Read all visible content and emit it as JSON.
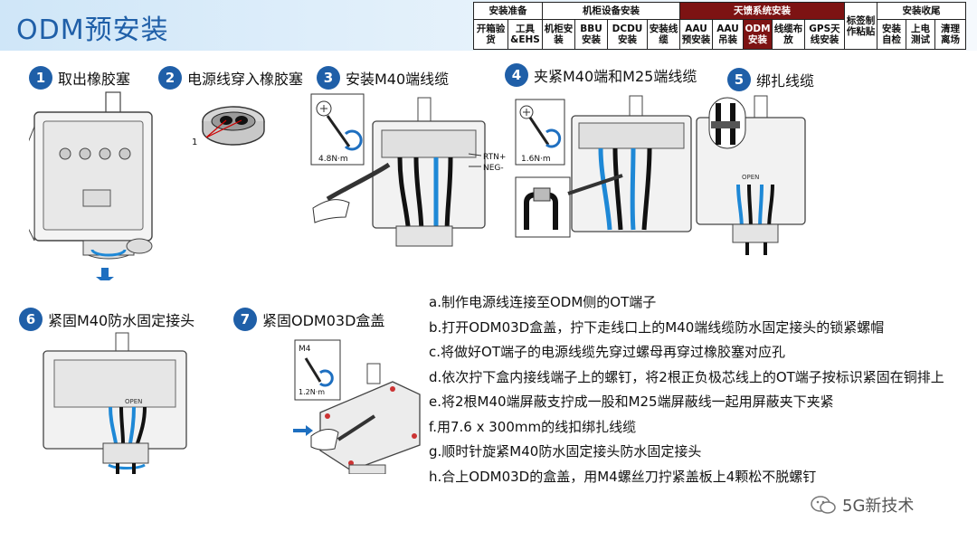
{
  "title": "ODM预安装",
  "nav": {
    "groups": [
      {
        "label": "安装准备",
        "items": [
          "开箱验货",
          "工具&EHS"
        ],
        "highlight": false
      },
      {
        "label": "机柜设备安装",
        "items": [
          "机柜安装",
          "BBU安装",
          "DCDU安装",
          "安装线缆"
        ],
        "highlight": false
      },
      {
        "label": "天馈系统安装",
        "items": [
          "AAU预安装",
          "AAU吊装",
          "ODM安装",
          "线缆布放",
          "GPS天线安装"
        ],
        "highlight": true
      },
      {
        "label": "标签制作粘贴",
        "items": [],
        "highlight": false
      },
      {
        "label": "安装收尾",
        "items": [
          "安装自检",
          "上电测试",
          "清理离场"
        ],
        "highlight": false
      }
    ],
    "current": "ODM安装"
  },
  "steps": [
    {
      "num": "1",
      "label": "取出橡胶塞"
    },
    {
      "num": "2",
      "label": "电源线穿入橡胶塞"
    },
    {
      "num": "3",
      "label": "安装M40端线缆"
    },
    {
      "num": "4",
      "label": "夹紧M40端和M25端线缆"
    },
    {
      "num": "5",
      "label": "绑扎线缆"
    },
    {
      "num": "6",
      "label": "紧固M40防水固定接头"
    },
    {
      "num": "7",
      "label": "紧固ODM03D盒盖"
    }
  ],
  "illustrations": {
    "callout_1": "1",
    "torque_3": "4.8N·m",
    "rtn": "RTN+",
    "neg": "NEG-",
    "torque_4": "1.6N·m",
    "m4": "M4",
    "torque_7": "1.2N·m",
    "open": "OPEN"
  },
  "instructions": [
    "a.制作电源线连接至ODM侧的OT端子",
    "b.打开ODM03D盒盖，拧下走线口上的M40端线缆防水固定接头的锁紧螺帽",
    "c.将做好OT端子的电源线缆先穿过螺母再穿过橡胶塞对应孔",
    "d.依次拧下盒内接线端子上的螺钉，将2根正负极芯线上的OT端子按标识紧固在铜排上",
    "e.将2根M40端屏蔽支拧成一股和M25端屏蔽线一起用屏蔽夹下夹紧",
    "f.用7.6 x 300mm的线扣绑扎线缆",
    "g.顺时针旋紧M40防水固定接头防水固定接头",
    "h.合上ODM03D的盒盖，用M4螺丝刀拧紧盖板上4颗松不脱螺钉"
  ],
  "watermark": "5G新技术",
  "colors": {
    "accent": "#1f5fa8",
    "highlight": "#7d1313",
    "cable": "#1e88d6"
  }
}
